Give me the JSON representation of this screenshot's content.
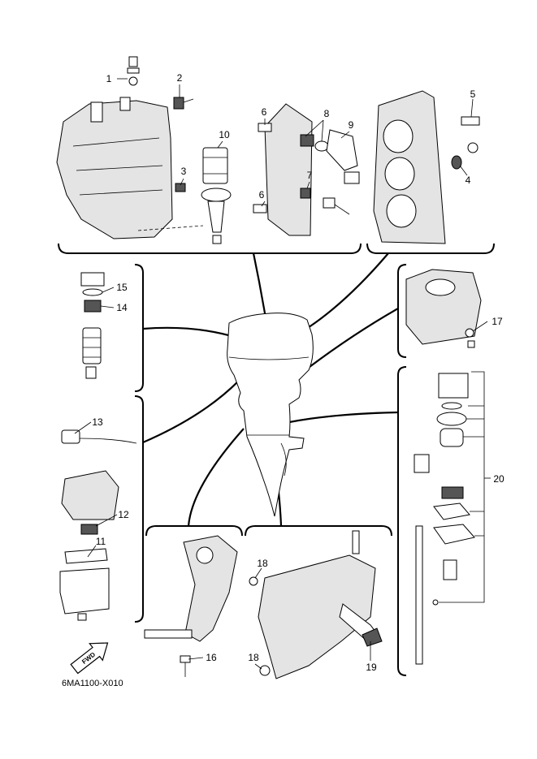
{
  "diagram": {
    "code": "6MA1100-X010",
    "fwd_label": "FWD",
    "callouts": [
      "1",
      "2",
      "3",
      "4",
      "5",
      "6",
      "6",
      "7",
      "8",
      "9",
      "10",
      "11",
      "12",
      "13",
      "14",
      "15",
      "16",
      "17",
      "18",
      "18",
      "19",
      "20"
    ]
  }
}
